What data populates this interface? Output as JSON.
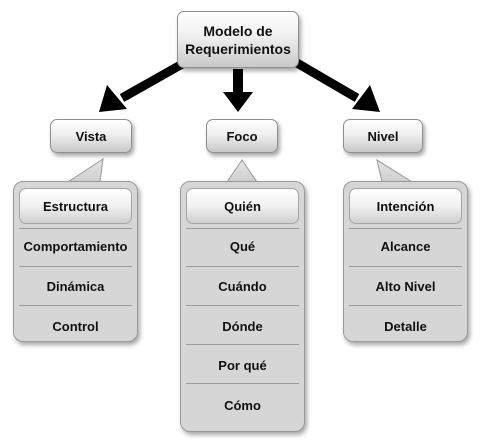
{
  "root": {
    "line1": "Modelo de",
    "line2": "Requerimientos"
  },
  "categories": [
    {
      "label": "Vista",
      "items": [
        "Estructura",
        "Comportamiento",
        "Dinámica",
        "Control"
      ]
    },
    {
      "label": "Foco",
      "items": [
        "Quién",
        "Qué",
        "Cuándo",
        "Dónde",
        "Por qué",
        "Cómo"
      ]
    },
    {
      "label": "Nivel",
      "items": [
        "Intención",
        "Alcance",
        "Alto Nivel",
        "Detalle"
      ]
    }
  ],
  "colors": {
    "arrow": "#000000",
    "panel": "#d6d6d6",
    "box_border": "#8f8f8f"
  }
}
